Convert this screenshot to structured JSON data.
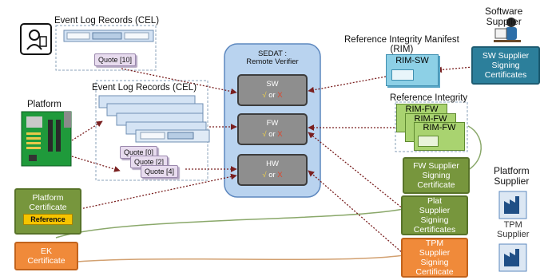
{
  "labels": {
    "software_supplier": [
      "Software",
      "Supplier"
    ],
    "rim_title": [
      "Reference Integrity Manifest",
      "(RIM)"
    ],
    "rim_sw": "RIM-SW",
    "ref_integrity": "Reference Integrity",
    "rim_fw": "RIM-FW",
    "event_log_top": "Event Log Records (CEL)",
    "quote_10": "Quote [10]",
    "platform": "Platform",
    "event_log_mid": "Event Log Records (CEL)",
    "quote_0": "Quote [0]",
    "quote_2": "Quote [2]",
    "quote_4": "Quote [4]",
    "verifier_title": [
      "SEDAT :",
      "Remote Verifier"
    ],
    "box_sw": "SW",
    "box_fw": "FW",
    "box_hw": "HW",
    "verdict_yes": "√",
    "verdict_or": "or",
    "verdict_no": "X",
    "platform_supplier": [
      "Platform",
      "Supplier"
    ],
    "tpm_supplier": [
      "TPM",
      "Supplier"
    ]
  },
  "certs": {
    "sw_supplier": [
      "SW Supplier",
      "Signing",
      "Certificates"
    ],
    "fw_supplier": [
      "FW Supplier",
      "Signing",
      "Certificate"
    ],
    "plat_supplier": [
      "Plat",
      "Supplier",
      "Signing",
      "Certificates"
    ],
    "tpm_supplier": [
      "TPM",
      "Supplier",
      "Signing",
      "Certificate"
    ],
    "platform_cert": [
      "Platform",
      "Certificate"
    ],
    "platform_ref": "Reference",
    "ek_cert": [
      "EK",
      "Certificate"
    ]
  },
  "colors": {
    "verifier_fill": "#b9d3ef",
    "verifier_border": "#5d88bf",
    "box_fill": "#8e8e8e",
    "cert_green": "#77963d",
    "cert_orange": "#f08a3a",
    "cert_teal": "#2c7f9b",
    "rim_sw_fill": "#8dd0e6",
    "rim_fw_fill": "#a9d370",
    "arrow": "#7a2020",
    "pass": "#f0d24a",
    "fail": "#e0442a"
  },
  "icons": [
    "user-document-icon",
    "motherboard-icon",
    "computer-user-icon",
    "factory-icon"
  ]
}
